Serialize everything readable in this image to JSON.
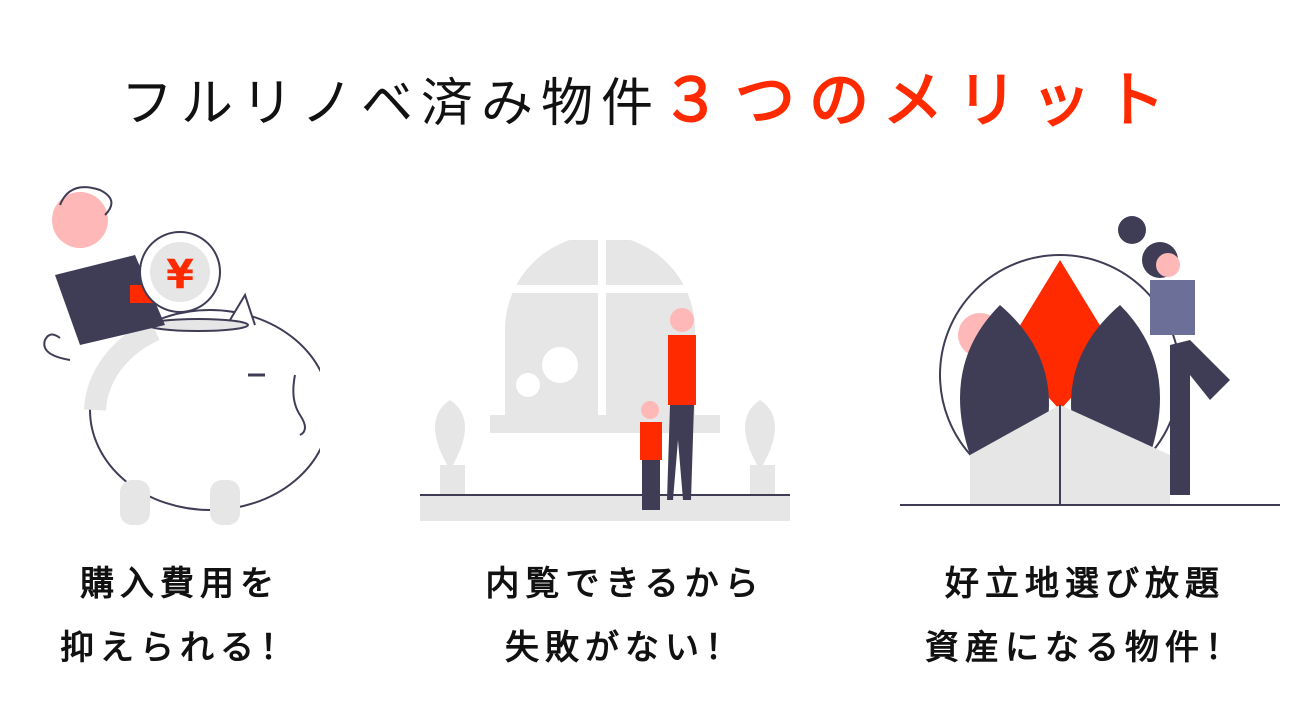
{
  "title": {
    "main": "フルリノベ済み物件",
    "accent": "３つのメリット"
  },
  "colors": {
    "accent": "#ff2a00",
    "dark": "#3f3d56",
    "gray": "#e6e6e6",
    "skin": "#ffb8b8"
  },
  "merits": [
    {
      "icon": "piggy-bank-yen-icon",
      "coin": "¥",
      "line1": "購入費用を",
      "line2": "抑えられる！"
    },
    {
      "icon": "mother-child-window-icon",
      "line1": "内覧できるから",
      "line2": "失敗がない！"
    },
    {
      "icon": "building-trees-woman-icon",
      "line1": "好立地選び放題",
      "line2": "資産になる物件！"
    }
  ]
}
